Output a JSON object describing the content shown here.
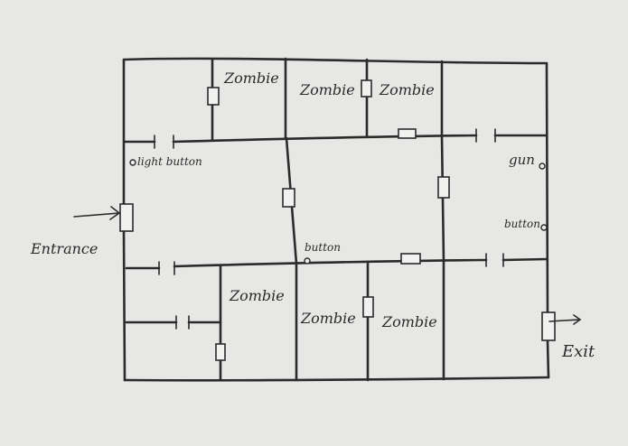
{
  "labels": {
    "entrance": "Entrance",
    "exit": "Exit",
    "light_button": "light button",
    "gun": "gun",
    "button_right": "button",
    "button_middle": "button",
    "zombie": "Zombie"
  },
  "colors": {
    "paper": "#e7e7e5",
    "ink": "#2b2b2b"
  }
}
